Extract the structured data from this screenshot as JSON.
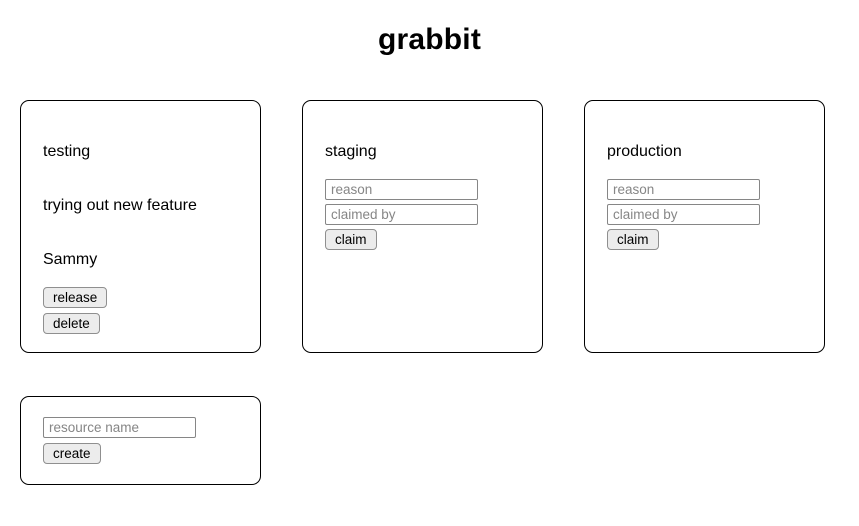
{
  "app": {
    "title": "grabbit"
  },
  "colors": {
    "background": "#ffffff",
    "text": "#000000",
    "card_border": "#000000",
    "input_border": "#868686",
    "placeholder_text": "#868686",
    "button_bg": "#ececec",
    "button_border": "#8f8f8f"
  },
  "resources": [
    {
      "name": "testing",
      "state": "claimed",
      "reason": "trying out new feature",
      "claimed_by": "Sammy",
      "release_label": "release",
      "delete_label": "delete"
    },
    {
      "name": "staging",
      "state": "unclaimed",
      "reason_placeholder": "reason",
      "claimed_by_placeholder": "claimed by",
      "claim_label": "claim"
    },
    {
      "name": "production",
      "state": "unclaimed",
      "reason_placeholder": "reason",
      "claimed_by_placeholder": "claimed by",
      "claim_label": "claim"
    }
  ],
  "create_form": {
    "name_placeholder": "resource name",
    "create_label": "create"
  }
}
